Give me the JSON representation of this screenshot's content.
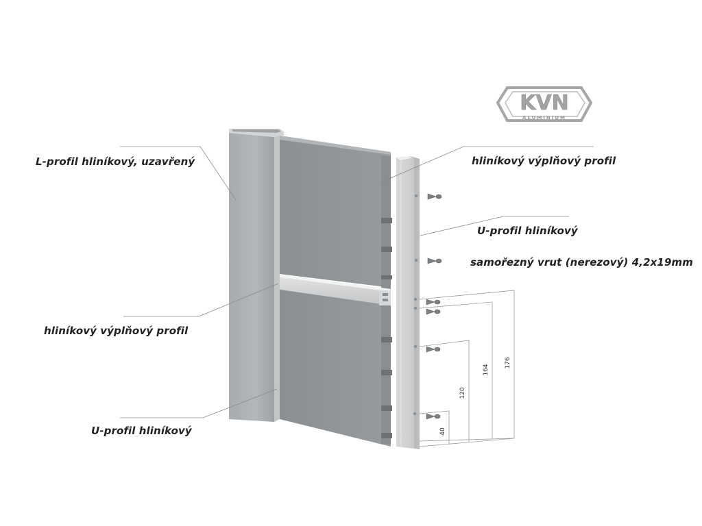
{
  "logo": {
    "brand": "KVN",
    "subtitle": "ALUMINIUM"
  },
  "labels": {
    "l_profile_closed": "L-profil hliníkový, uzavřený",
    "fill_profile_top": "hliníkový výplňový profil",
    "u_profile_right": "U-profil hliníkový",
    "screw": "samořezný vrut (nerezový) 4,2x19mm",
    "fill_profile_mid": "hliníkový výplňový profil",
    "u_profile_bottom": "U-profil hliníkový"
  },
  "dimensions": {
    "d40": "40",
    "d120": "120",
    "d164": "164",
    "d176": "176"
  },
  "colors": {
    "panel": "#8f9396",
    "panel_dark": "#7c8083",
    "profile_light": "#c9cbcc",
    "profile_mid": "#aeb1b3",
    "leader_line": "#8a8a8a",
    "dimension_line": "#9a9a9a",
    "logo_fill": "#a8a8a8"
  }
}
